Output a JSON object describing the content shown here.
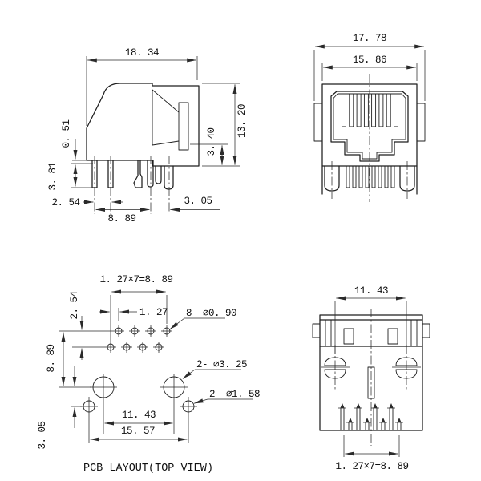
{
  "title": "RJ45 modular jack technical drawing",
  "colors": {
    "background": "#ffffff",
    "line": "#1f1f1f"
  },
  "side": {
    "d_width": "18. 34",
    "d_standoff": "0. 51",
    "d_pin_len": "3. 81",
    "d_pitch": "2. 54",
    "d_span": "8. 89",
    "d_post": "3. 05",
    "d_cavity": "3. 40",
    "d_height": "13. 20"
  },
  "front": {
    "d_outer": "17. 78",
    "d_inner": "15. 86"
  },
  "pcb": {
    "caption": "PCB LAYOUT(TOP VIEW)",
    "d_span": "1. 27×7=8. 89",
    "d_row": "2. 54",
    "d_pitch": "1. 27",
    "d_hole8": "8- ⌀0. 90",
    "d_span2": "8. 89",
    "d_hole2a": "2- ⌀3. 25",
    "d_hole2b": "2- ⌀1. 58",
    "d_post": "11. 43",
    "d_peg": "15. 57",
    "d_offset": "3. 05"
  },
  "bottom": {
    "d_post": "11. 43",
    "d_span": "1. 27×7=8. 89"
  }
}
